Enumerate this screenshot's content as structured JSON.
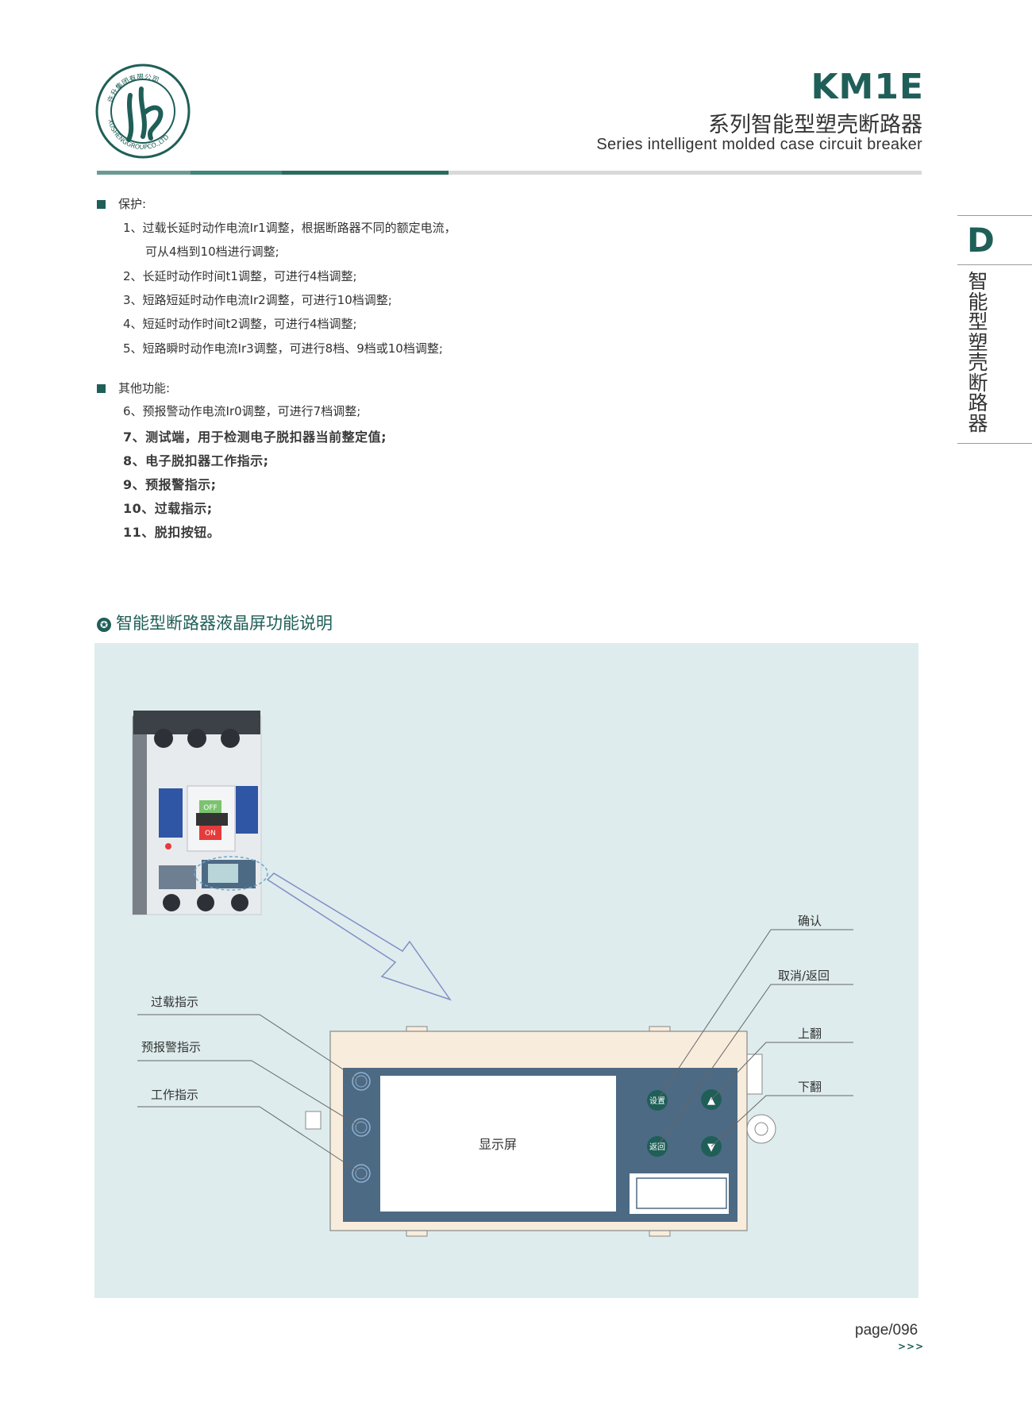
{
  "header": {
    "model": "KM1E",
    "title_cn": "系列智能型塑壳断路器",
    "title_en": "Series intelligent molded case circuit breaker",
    "logo_text_top": "许升集团有限公司",
    "logo_text_bottom": "XUSHENGGROUPCO.,LTD",
    "logo_monogram": "XS"
  },
  "side_tab": {
    "letter": "D",
    "text": "智能型塑壳断路器"
  },
  "protection": {
    "heading": "保护:",
    "items": [
      "1、过载长延时动作电流Ir1调整，根据断路器不同的额定电流，",
      "可从4档到10档进行调整;",
      "2、长延时动作时间t1调整，可进行4档调整;",
      "3、短路短延时动作电流Ir2调整，可进行10档调整;",
      "4、短延时动作时间t2调整，可进行4档调整;",
      "5、短路瞬时动作电流Ir3调整，可进行8档、9档或10档调整;"
    ]
  },
  "other": {
    "heading": "其他功能:",
    "items": [
      "6、预报警动作电流Ir0调整，可进行7档调整;",
      "7、测试端，用于检测电子脱扣器当前整定值;",
      "8、电子脱扣器工作指示;",
      "9、预报警指示;",
      "10、过载指示;",
      "11、脱扣按钮。"
    ]
  },
  "lcd_section": {
    "title": "智能型断路器液晶屏功能说明",
    "star_icon": "✪",
    "breaker_labels": {
      "off": "OFF",
      "on": "ON"
    },
    "labels": {
      "overload": "过载指示",
      "prealarm": "预报警指示",
      "work": "工作指示",
      "display": "显示屏",
      "confirm": "确认",
      "cancel_back": "取消/返回",
      "up": "上翻",
      "down": "下翻"
    },
    "buttons": {
      "set": "设置",
      "back": "返回",
      "up_glyph": "▲",
      "down_glyph": "▼"
    },
    "colors": {
      "background": "#deeced",
      "frame": "#f8ecdc",
      "panel": "#4d6a84",
      "button": "#1f5f58",
      "arrow": "#7f8fc6"
    }
  },
  "footer": {
    "page": "page/096",
    "arrows": ">>>"
  }
}
